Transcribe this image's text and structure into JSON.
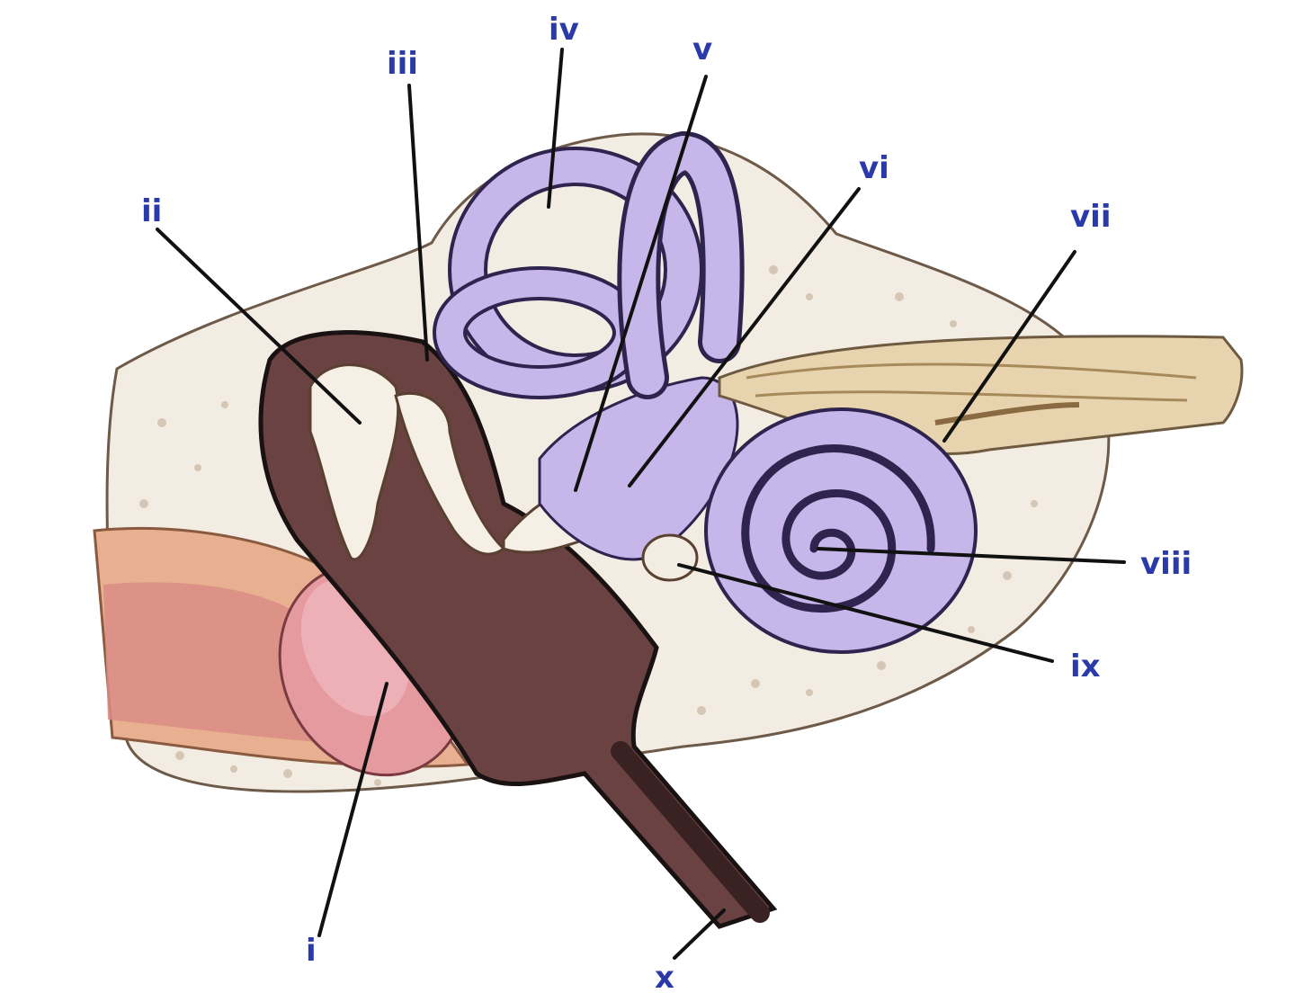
{
  "labels": {
    "i": "i",
    "ii": "ii",
    "iii": "iii",
    "iv": "iv",
    "v": "v",
    "vi": "vi",
    "vii": "vii",
    "viii": "viii",
    "ix": "ix",
    "x": "x"
  },
  "colors": {
    "label": "#2a3aa8",
    "bone": "#f3ece2",
    "bone_speckle": "#c9b6a2",
    "canal": "#e8b090",
    "eardrum": "#e59aa0",
    "cavity": "#6a4242",
    "labyrinth": "#c6b6ea",
    "labyrinth_dark": "#2e244e",
    "nerve": "#e7d3ad",
    "ossicle": "#f6efe6"
  }
}
